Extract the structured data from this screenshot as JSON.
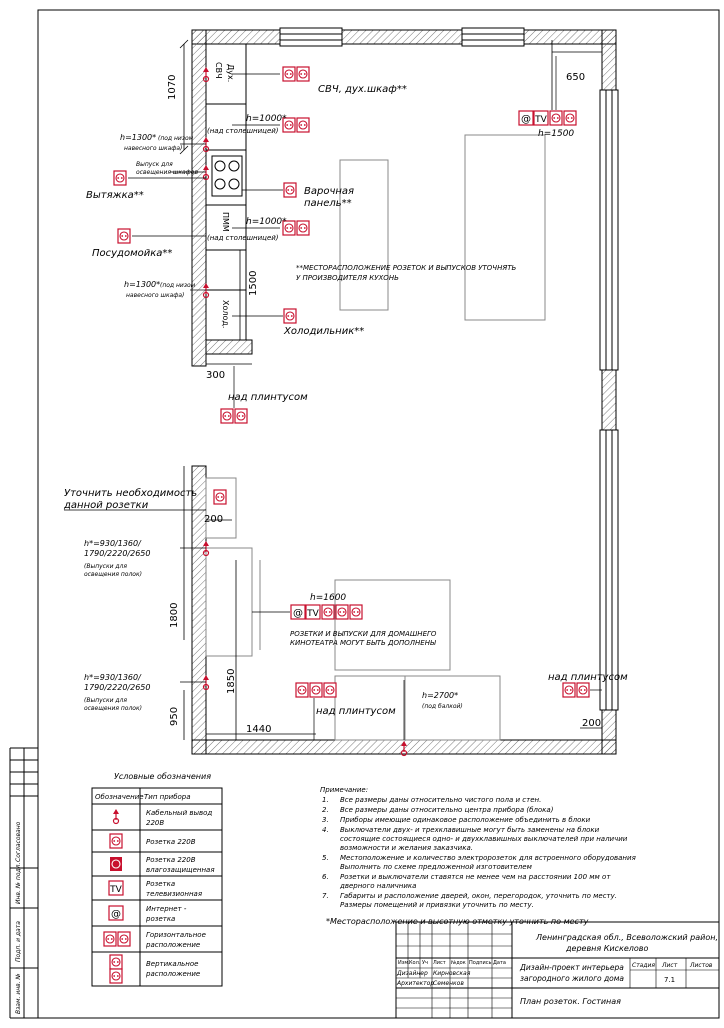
{
  "colors": {
    "accent": "#c8102e",
    "line": "#000000",
    "wall_hatch": "#555555"
  },
  "plan": {
    "appliances": {
      "mw": "СВЧ",
      "oven": "Дух.",
      "pmm": "ПММ",
      "fridge": "Холод."
    },
    "dims": {
      "d1070": "1070",
      "d650": "650",
      "d1500": "1500",
      "d300": "300",
      "d200a": "200",
      "d1800": "1800",
      "d1850": "1850",
      "d950": "950",
      "d1440": "1440",
      "d200b": "200"
    },
    "labels": {
      "oven_outlet": "СВЧ, дух.шкаф**",
      "h1000_a": "h=1000*",
      "above_counter_a": "(над столешницей)",
      "h1300_a": "h=1300*",
      "h1300_a_note": "(под низом",
      "upper_cab_a": "навесного шкафа)",
      "lighting_out": "Выпуск для",
      "lighting_out2": "освещения шкафов",
      "hood": "Вытяжка**",
      "hob": "Варочная",
      "hob2": "панель**",
      "h1000_b": "h=1000*",
      "above_counter_b": "(над столешницей)",
      "dishwasher": "Посудомойка**",
      "h1300_b": "h=1300*",
      "h1300_b_note": "(под низом",
      "upper_cab_b": "навесного шкафа)",
      "fridge_label": "Холодильник**",
      "kitchen_note1": "**МЕСТОРАСПОЛОЖЕНИЕ РОЗЕТОК И ВЫПУСКОВ УТОЧНЯТЬ",
      "kitchen_note2": "У ПРОИЗВОДИТЕЛЯ КУХОНЬ",
      "above_plinth_a": "над плинтусом",
      "h1500": "h=1500",
      "clarify1": "Уточнить необходимость",
      "clarify2": "данной розетки",
      "heights_a1": "h*=930/1360/",
      "heights_a2": "1790/2220/2650",
      "heights_a3": "(Выпуски для",
      "heights_a4": "освещения полок)",
      "heights_b1": "h*=930/1360/",
      "heights_b2": "1790/2220/2650",
      "heights_b3": "(Выпуски для",
      "heights_b4": "освещения полок)",
      "h1600": "h=1600",
      "cinema1": "РОЗЕТКИ И ВЫПУСКИ ДЛЯ ДОМАШНЕГО",
      "cinema2": "КИНОТЕАТРА МОГУТ БЫТЬ ДОПОЛНЕНЫ",
      "above_plinth_b": "над плинтусом",
      "above_plinth_c": "над плинтусом",
      "h2700": "h=2700*",
      "under_balk": "(под балкой)"
    }
  },
  "legend": {
    "title": "Условные обозначения",
    "col1": "Обозначение",
    "col2": "Тип прибора",
    "rows": [
      {
        "icon": "cable-outlet-icon",
        "line1": "Кабельный вывод",
        "line2": "220В"
      },
      {
        "icon": "socket-220-icon",
        "line1": "Розетка 220В",
        "line2": ""
      },
      {
        "icon": "socket-waterproof-icon",
        "line1": "Розетка 220В",
        "line2": "влагозащищенная"
      },
      {
        "icon": "tv-socket-icon",
        "line1": "Розетка",
        "line2": "телевизионная"
      },
      {
        "icon": "internet-socket-icon",
        "line1": "Интернет -",
        "line2": "розетка"
      },
      {
        "icon": "horizontal-layout-icon",
        "line1": "Горизонтальное",
        "line2": "расположение"
      },
      {
        "icon": "vertical-layout-icon",
        "line1": "Вертикальное",
        "line2": "расположение"
      }
    ]
  },
  "notes": {
    "title": "Примечание:",
    "items": [
      {
        "n": "1.",
        "lines": [
          "Все размеры даны относительно чистого пола и стен."
        ]
      },
      {
        "n": "2.",
        "lines": [
          "Все размеры даны относительно центра прибора (блока)"
        ]
      },
      {
        "n": "3.",
        "lines": [
          "Приборы имеющие одинаковое расположение объединить в блоки"
        ]
      },
      {
        "n": "4.",
        "lines": [
          "Выключатели двух- и трехклавишные могут быть заменены на блоки",
          "состоящие состоящиеся одно- и двухклавишных выключателей при наличии",
          "возможности и желания заказчика."
        ]
      },
      {
        "n": "5.",
        "lines": [
          "Местоположение и количество электророзеток для встроенного оборудования",
          "Выполнить по схеме предложенной изготовителем"
        ]
      },
      {
        "n": "6.",
        "lines": [
          "Розетки и выключатели ставятся не менее чем на расстоянии 100 мм от",
          "дверного наличника"
        ]
      },
      {
        "n": "7.",
        "lines": [
          "Габариты и расположение дверей, окон, перегородок, уточнить по месту.",
          "Размеры помещений и привязки уточнить по месту."
        ]
      }
    ],
    "footnote": "*Месторасположение и высотную отметку уточнить по месту"
  },
  "stamp": {
    "address1": "Ленинградская обл.,  Всеволожский район,",
    "address2": "деревня Кискелово",
    "project1": "Дизайн-проект интерьера",
    "project2": "загородного жилого дома",
    "sheet_title": "План розеток. Гостиная",
    "h_izm": "Изм.",
    "h_kol": "Кол. Уч",
    "h_list": "Лист",
    "h_ndok": "№док",
    "h_podp": "Подпись",
    "h_data": "Дата",
    "role1": "Дизайнер",
    "name1": "Кирновская",
    "role2": "Архитектор",
    "name2": "Семенков",
    "stage": "Стадия",
    "sheet": "Лист",
    "sheets": "Листов",
    "sheet_no": "7.1"
  },
  "side": {
    "agreed": "Согласовано",
    "inv_orig": "Инв. № подл.",
    "sign_date": "Подп. и дата",
    "inv_dup": "Взам. инв. №"
  }
}
